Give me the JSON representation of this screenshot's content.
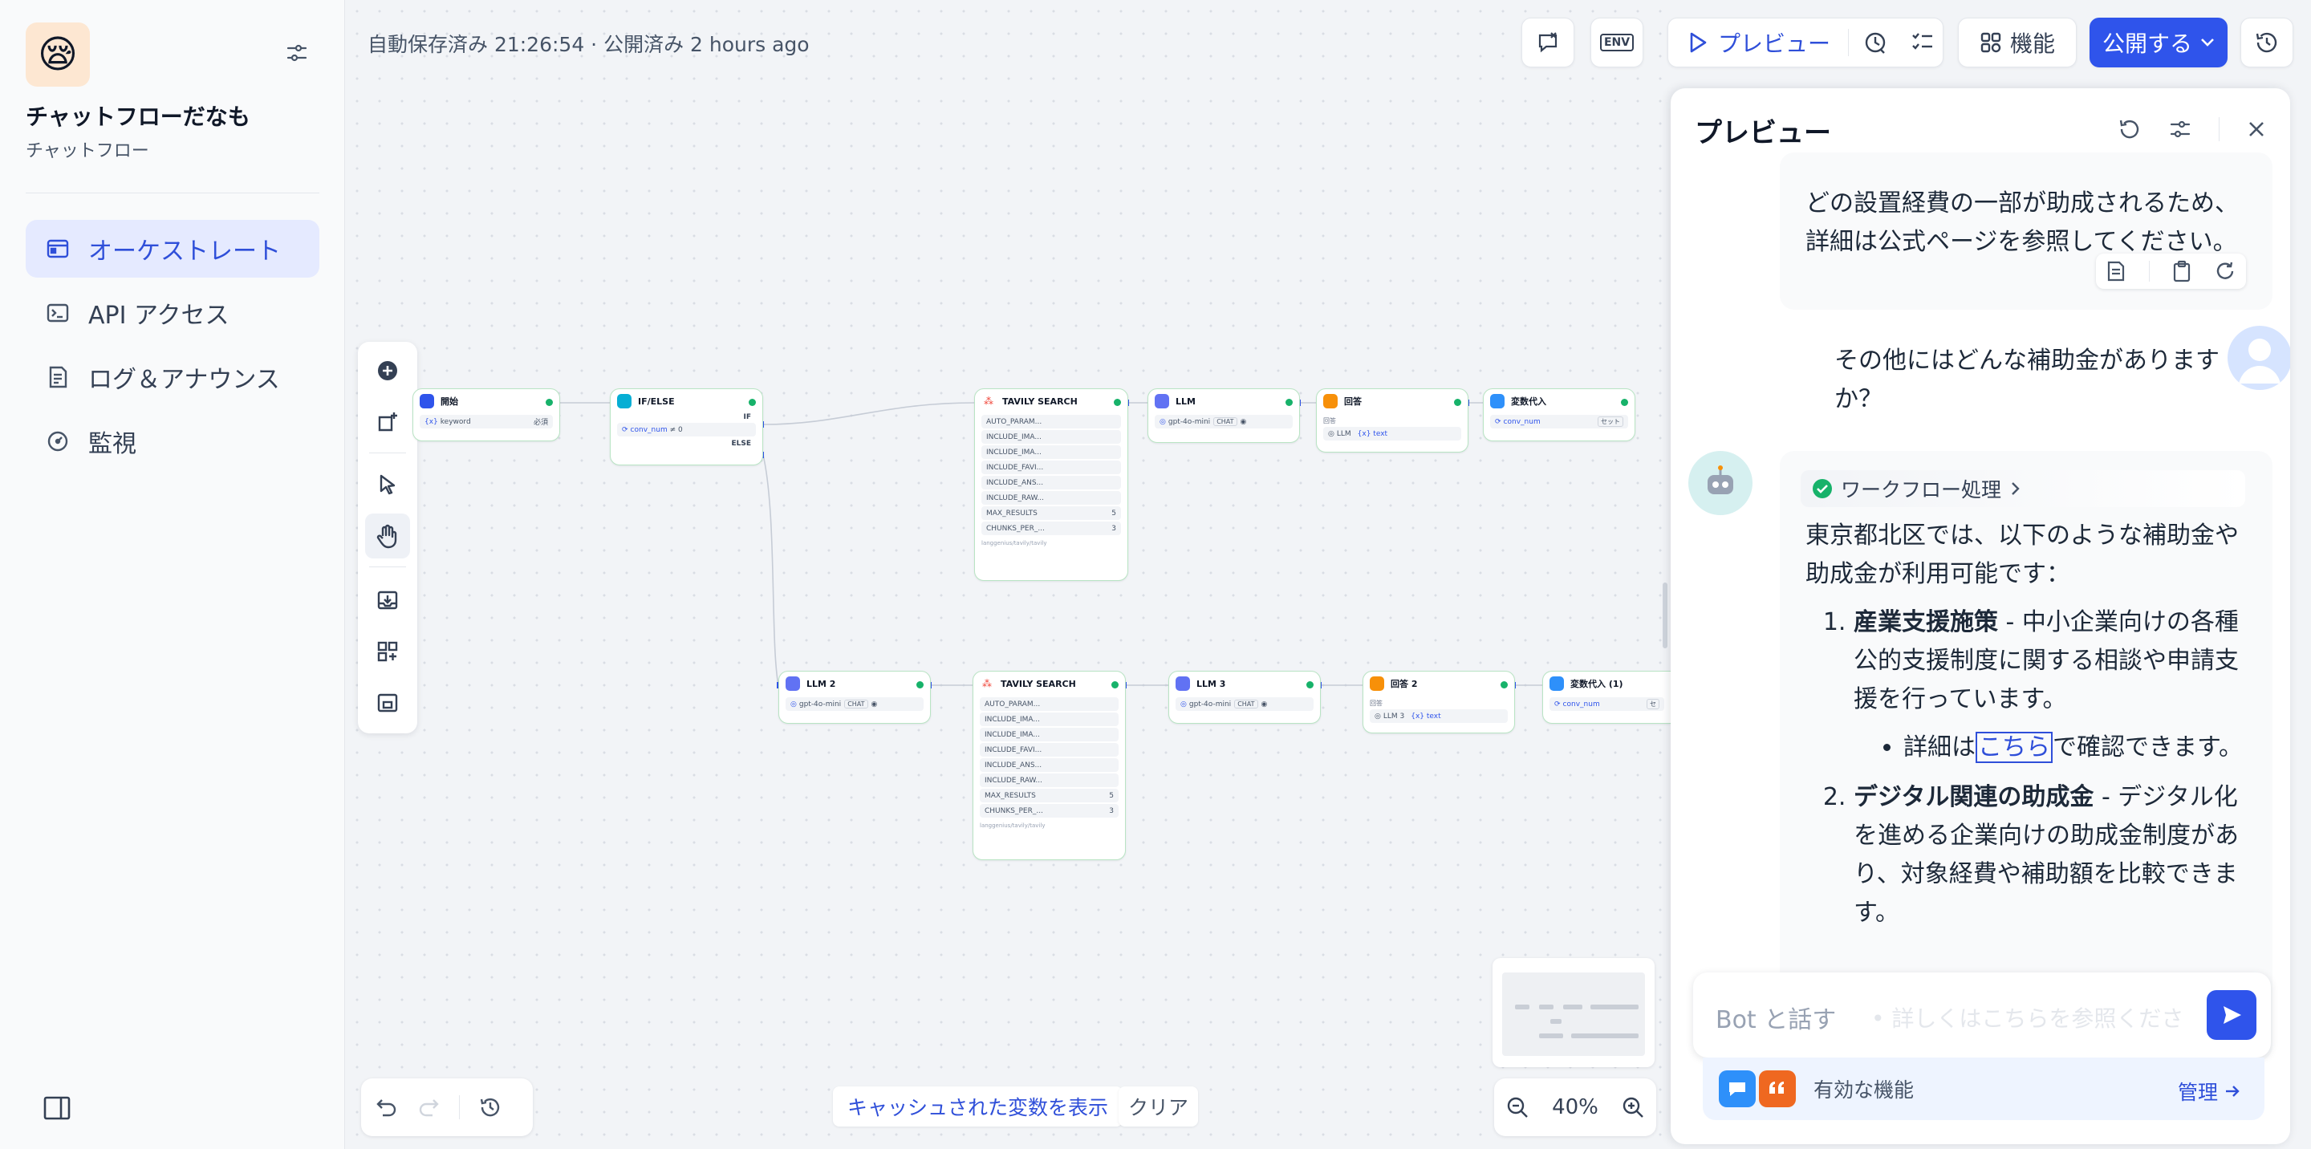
{
  "app": {
    "name": "チャットフローだなも",
    "type": "チャットフロー",
    "icon_emoji": "😪"
  },
  "sidebar": {
    "items": [
      {
        "label": "オーケストレート",
        "icon": "orchestrate-icon",
        "active": true
      },
      {
        "label": "API アクセス",
        "icon": "terminal-icon",
        "active": false
      },
      {
        "label": "ログ＆アナウンス",
        "icon": "log-icon",
        "active": false
      },
      {
        "label": "監視",
        "icon": "monitor-icon",
        "active": false
      }
    ]
  },
  "header": {
    "save_status": "自動保存済み 21:26:54 · 公開済み 2 hours ago",
    "env_label": "ENV",
    "preview_label": "プレビュー",
    "features_label": "機能",
    "publish_label": "公開する"
  },
  "colors": {
    "accent": "#2f54eb",
    "node_border": "#b9e4c4",
    "success": "#17b26a"
  },
  "canvas": {
    "nodes": {
      "start": {
        "title": "開始",
        "var": "keyword",
        "tag": "必須"
      },
      "ifelse": {
        "title": "IF/ELSE",
        "if_label": "IF",
        "cond_var": "conv_num",
        "cond_op": "≠ 0",
        "else_label": "ELSE"
      },
      "tavily1": {
        "title": "TAVILY SEARCH",
        "params": [
          "AUTO_PARAM...",
          "INCLUDE_IMA...",
          "INCLUDE_IMA...",
          "INCLUDE_FAVI...",
          "INCLUDE_ANS...",
          "INCLUDE_RAW..."
        ],
        "max_label": "MAX_RESULTS",
        "max_value": "5",
        "chunks_label": "CHUNKS_PER_...",
        "chunks_value": "3",
        "footer": "langgenius/tavily/tavily"
      },
      "llm1": {
        "title": "LLM",
        "model": "gpt-4o-mini",
        "tag": "CHAT"
      },
      "answer1": {
        "title": "回答",
        "label": "回答",
        "src": "LLM",
        "var": "text"
      },
      "assign1": {
        "title": "変数代入",
        "var": "conv_num",
        "tag": "セット"
      },
      "llm2": {
        "title": "LLM 2",
        "model": "gpt-4o-mini",
        "tag": "CHAT"
      },
      "tavily2": {
        "title": "TAVILY SEARCH",
        "params": [
          "AUTO_PARAM...",
          "INCLUDE_IMA...",
          "INCLUDE_IMA...",
          "INCLUDE_FAVI...",
          "INCLUDE_ANS...",
          "INCLUDE_RAW..."
        ],
        "max_label": "MAX_RESULTS",
        "max_value": "5",
        "chunks_label": "CHUNKS_PER_...",
        "chunks_value": "3",
        "footer": "langgenius/tavily/tavily"
      },
      "llm3": {
        "title": "LLM 3",
        "model": "gpt-4o-mini",
        "tag": "CHAT"
      },
      "answer2": {
        "title": "回答 2",
        "label": "回答",
        "src": "LLM 3",
        "var": "text"
      },
      "assign2": {
        "title": "変数代入 (1)",
        "var": "conv_num",
        "tag": "セ"
      }
    },
    "cache_show": "キャッシュされた変数を表示",
    "cache_clear": "クリア",
    "zoom": "40%"
  },
  "preview": {
    "title": "プレビュー",
    "messages": {
      "m1_line1": "どの設置経費の一部が助成されるため、",
      "m1_line2": "詳細は公式ページを参照してください。",
      "user_q": "その他にはどんな補助金がありますか？",
      "workflow_chip": "ワークフロー処理",
      "intro": "東京都北区では、以下のような補助金や助成金が利用可能です：",
      "item1_bold": "産業支援施策",
      "item1_text": " - 中小企業向けの各種公的支援制度に関する相談や申請支援を行っています。",
      "item1_sub_pre": "詳細は",
      "item1_sub_link": "こちら",
      "item1_sub_post": "で確認できます。",
      "item2_bold": "デジタル関連の助成金",
      "item2_text": " - デジタル化を進める企業向けの助成金制度があり、対象経費や補助額を比較できます。"
    },
    "input_placeholder": "Bot と話す",
    "ghost_text": "• 詳しくはこちらを参照くださ",
    "features_label": "有効な機能",
    "manage_label": "管理"
  }
}
